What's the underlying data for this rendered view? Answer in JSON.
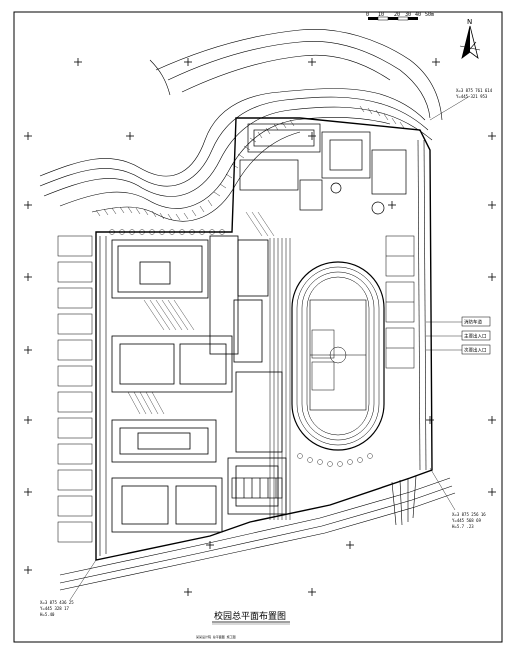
{
  "drawing": {
    "title": "校园总平面布置图",
    "scale_bar": {
      "ticks": [
        "0",
        "10",
        "20",
        "30",
        "40",
        "50m"
      ]
    },
    "north_label": "N",
    "coord_labels": {
      "nw_point": [
        "X=3 875 761 614",
        "Y=445 321 953"
      ],
      "se_point": [
        "X=3 875 256 16",
        "Y=445 568 69",
        "H=5.7 .23"
      ],
      "sw_point": [
        "X=3 875 436 25",
        "Y=445 328 17",
        "H=5.40"
      ]
    },
    "right_callouts": [
      "消防车道",
      "主要出入口",
      "次要出入口"
    ],
    "bottom_stamp": "某某设计院 总平面图 施工图"
  },
  "colors": {
    "ink": "#000000",
    "paper": "#ffffff"
  }
}
